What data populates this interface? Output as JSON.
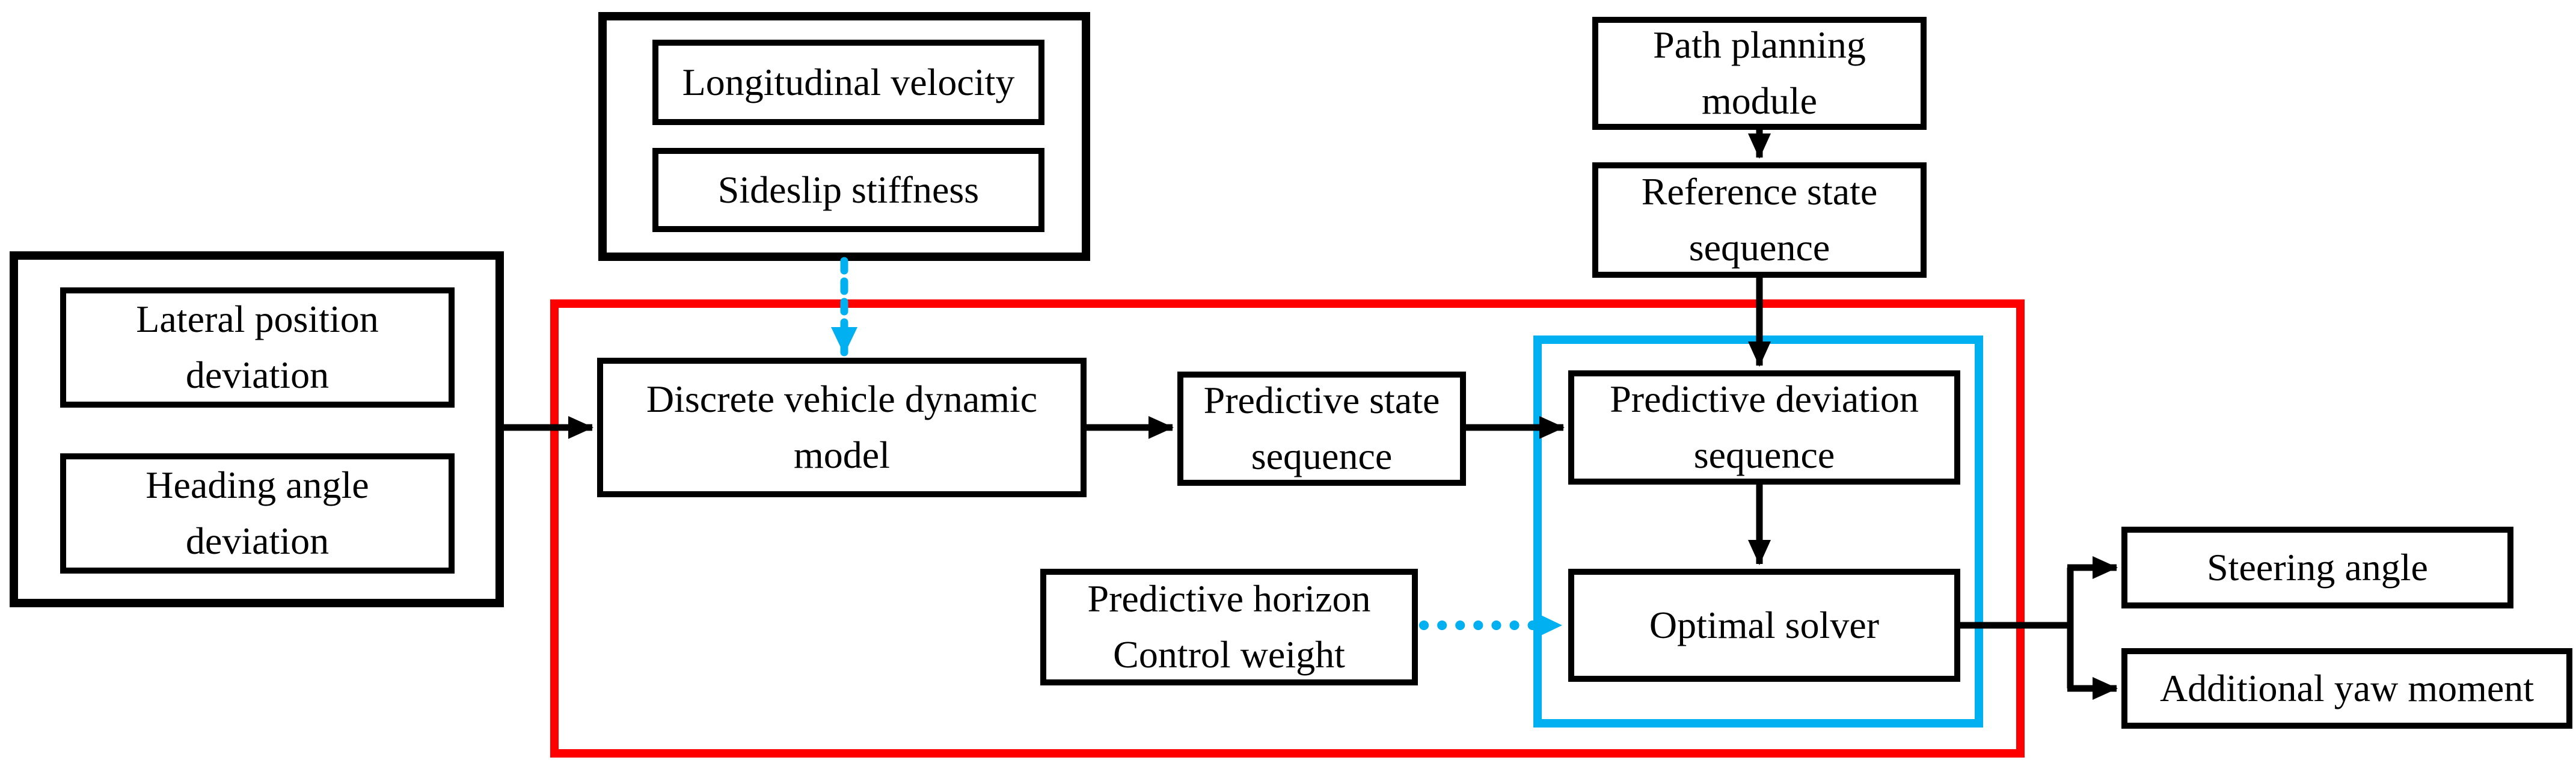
{
  "diagram": {
    "colors": {
      "box_border": "#000000",
      "outer_frame_red": "#ff0000",
      "inner_frame_cyan": "#00b0f0",
      "dashed_arrow_cyan": "#00b0f0",
      "arrow_black": "#000000",
      "background": "#ffffff"
    },
    "labels": {
      "lateral_position_deviation": [
        "Lateral position",
        "deviation"
      ],
      "heading_angle_deviation": [
        "Heading angle",
        "deviation"
      ],
      "longitudinal_velocity": "Longitudinal velocity",
      "sideslip_stiffness": "Sideslip stiffness",
      "discrete_vehicle_dynamic_model": [
        "Discrete vehicle dynamic",
        "model"
      ],
      "predictive_state_sequence": [
        "Predictive state",
        "sequence"
      ],
      "path_planning_module": [
        "Path planning",
        "module"
      ],
      "reference_state_sequence": [
        "Reference state",
        "sequence"
      ],
      "predictive_deviation_sequence": [
        "Predictive deviation",
        "sequence"
      ],
      "optimal_solver": "Optimal solver",
      "predictive_horizon_control_weight": [
        "Predictive horizon",
        "Control weight"
      ],
      "steering_angle": "Steering angle",
      "additional_yaw_moment": "Additional yaw moment"
    }
  }
}
